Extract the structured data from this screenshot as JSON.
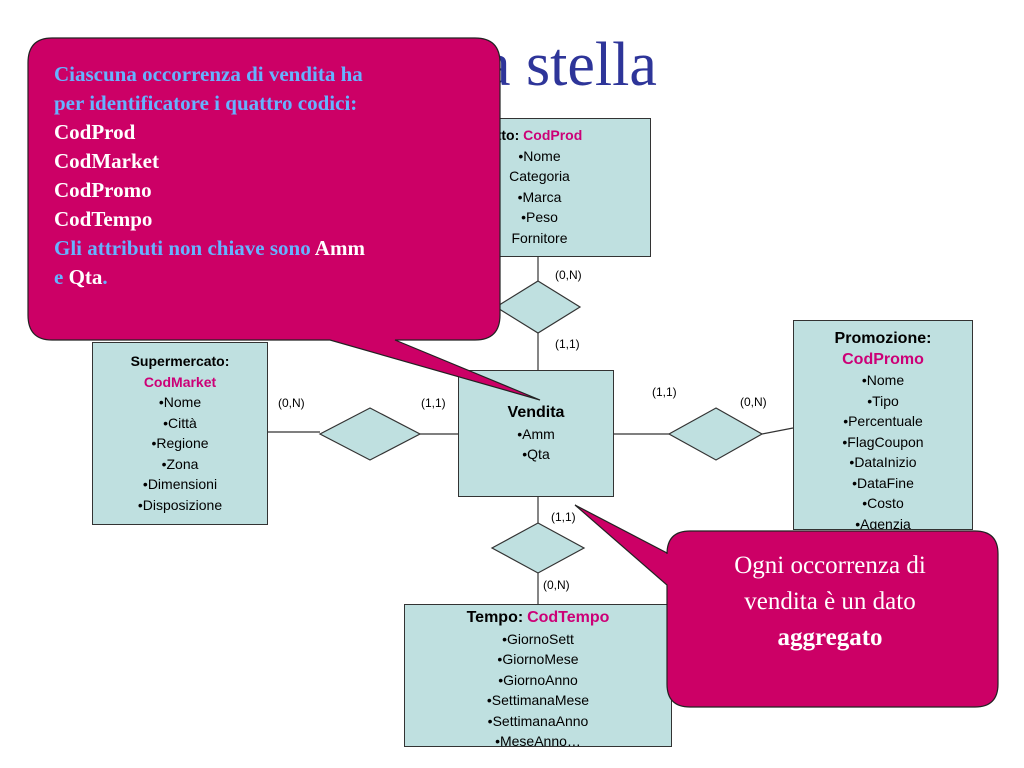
{
  "title": "a a stella",
  "colors": {
    "entity_fill": "#bfe0e0",
    "callout_fill": "#cc0066",
    "key_color": "#cc0077",
    "title_color": "#2e3599",
    "callout_highlight": "#66b3ff"
  },
  "entities": {
    "prodotto": {
      "name": "tto:",
      "key": "CodProd",
      "attributes": [
        "•Nome",
        "Categoria",
        "•Marca",
        "•Peso",
        "Fornitore"
      ]
    },
    "supermercato": {
      "name": "Supermercato:",
      "key": "CodMarket",
      "attributes": [
        "•Nome",
        "•Città",
        "•Regione",
        "•Zona",
        "•Dimensioni",
        "•Disposizione"
      ]
    },
    "vendita": {
      "name": "Vendita",
      "attributes": [
        "•Amm",
        "•Qta"
      ]
    },
    "promozione": {
      "name": "Promozione:",
      "key": "CodPromo",
      "attributes": [
        "•Nome",
        "•Tipo",
        "•Percentuale",
        "•FlagCoupon",
        "•DataInizio",
        "•DataFine",
        "•Costo",
        "•Agenzia"
      ]
    },
    "tempo": {
      "name": "Tempo:",
      "key": "CodTempo",
      "attributes": [
        "•GiornoSett",
        "•GiornoMese",
        "•GiornoAnno",
        "•SettimanaMese",
        "•SettimanaAnno",
        "•MeseAnno…"
      ]
    }
  },
  "cardinalities": {
    "prod_outer": "(0,N)",
    "prod_inner": "(1,1)",
    "market_outer": "(0,N)",
    "market_inner": "(1,1)",
    "promo_inner": "(1,1)",
    "promo_outer": "(0,N)",
    "tempo_inner": "(1,1)",
    "tempo_outer": "(0,N)"
  },
  "callout_keys": {
    "line1": "Ciascuna occorrenza di vendita ha",
    "line2": "per identificatore i quattro codici:",
    "codes": [
      "CodProd",
      "CodMarket",
      "CodPromo",
      "CodTempo"
    ],
    "non_key_prefix": "Gli attributi non chiave sono ",
    "amm": "Amm",
    "conj": "e ",
    "qta": "Qta",
    "period": "."
  },
  "callout_aggregate": {
    "line1": "Ogni occorrenza di",
    "line2": "vendita è un dato",
    "bold": "aggregato"
  }
}
